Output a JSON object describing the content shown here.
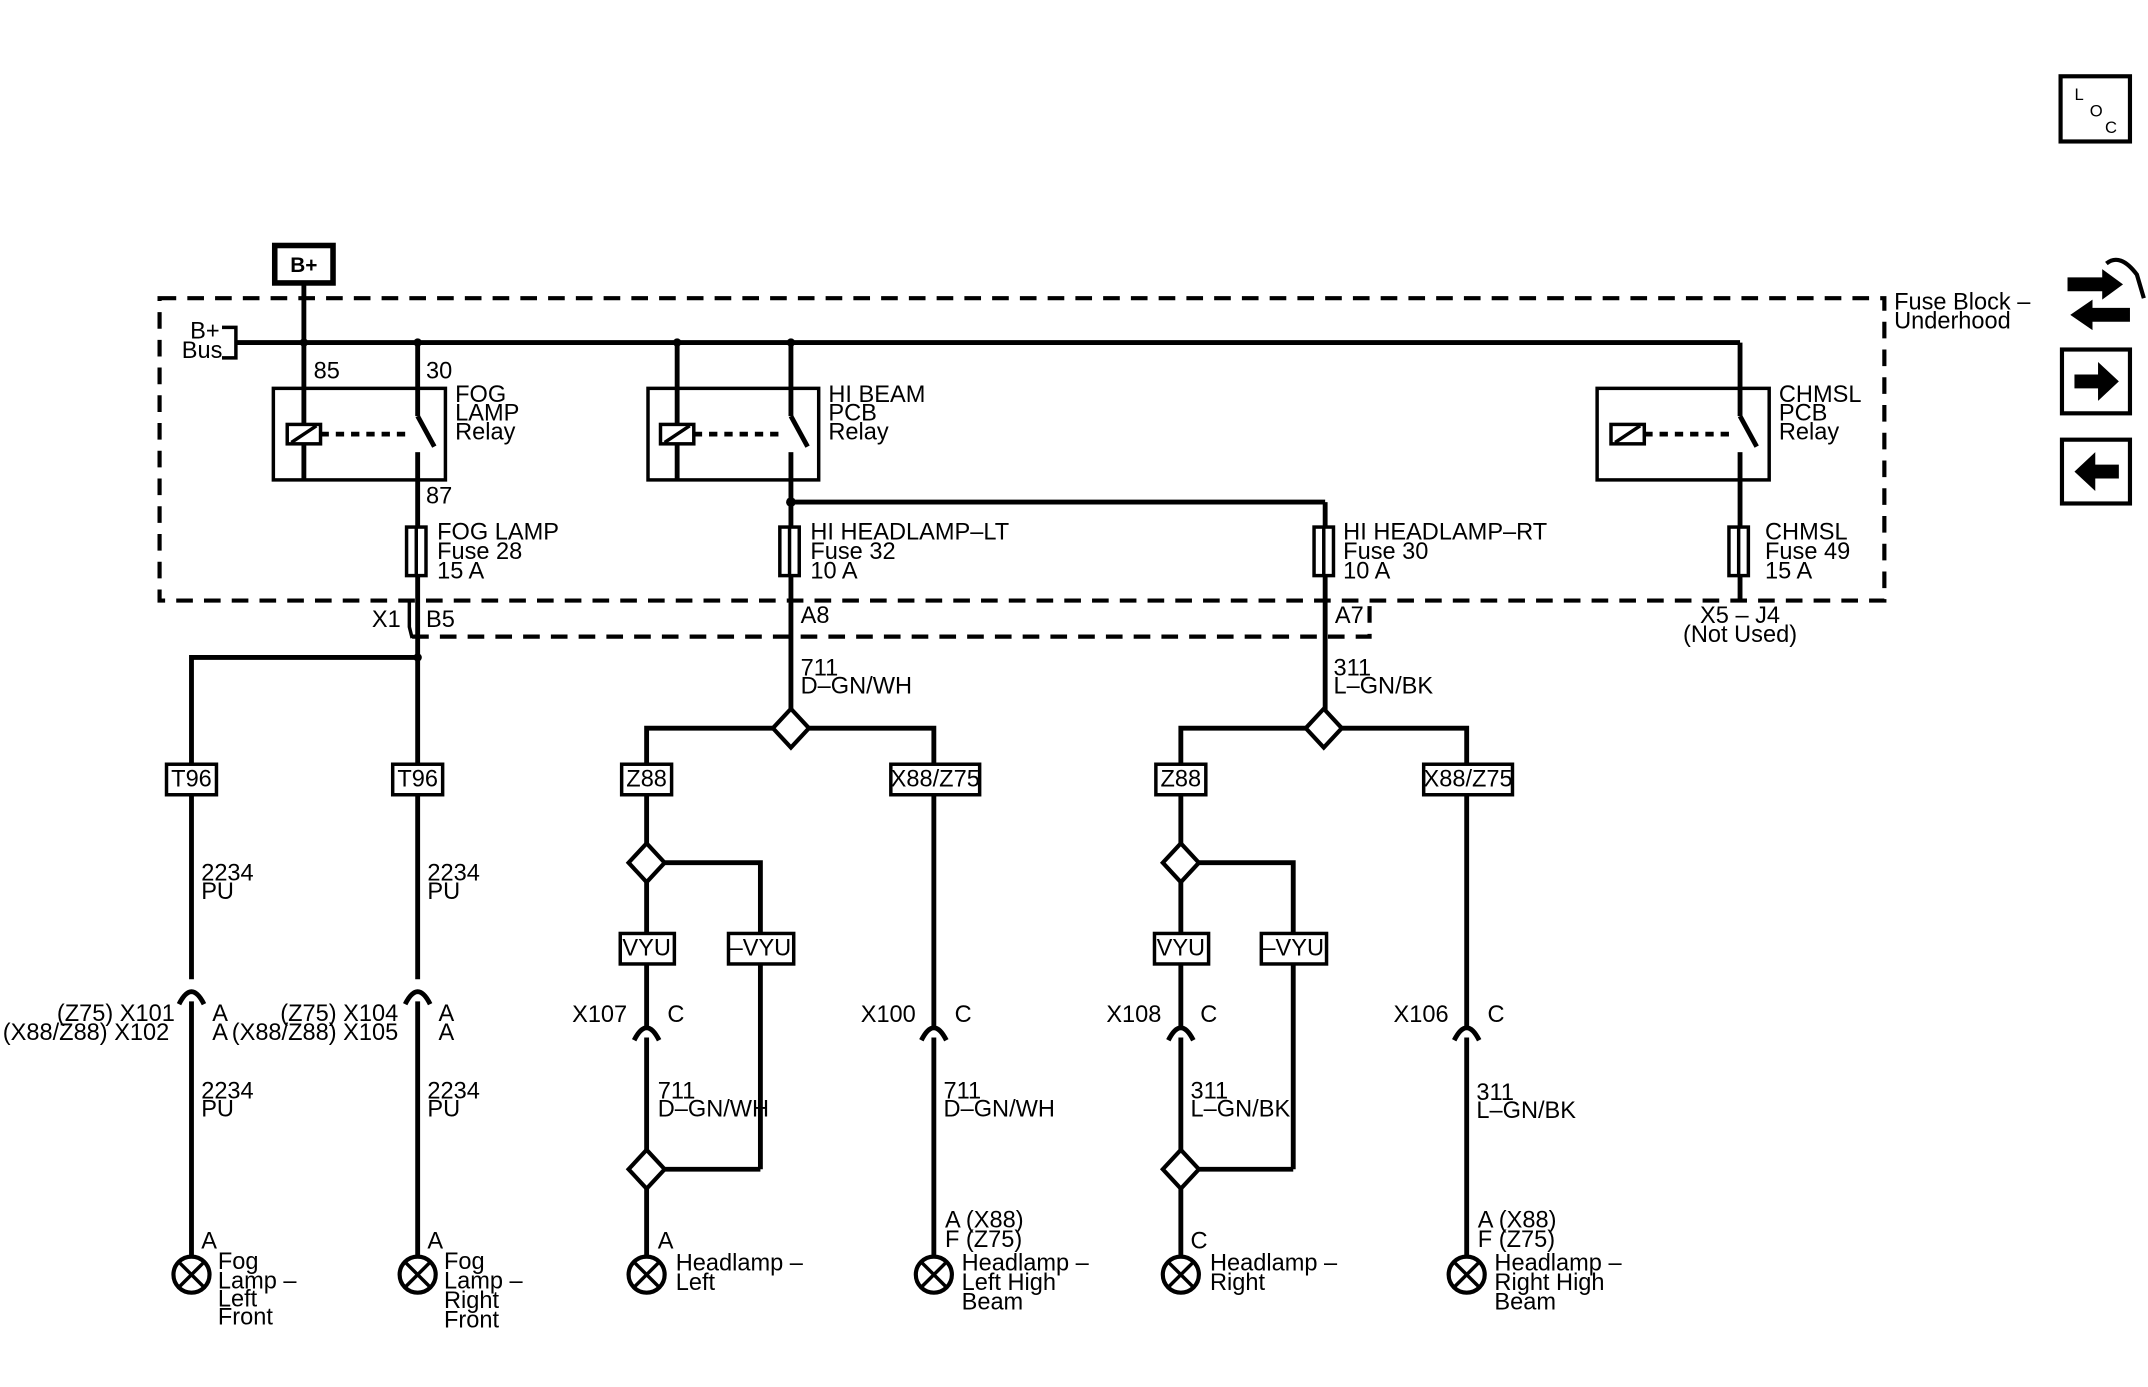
{
  "nav": {
    "loc_icon": "loc-icon",
    "swap_icon": "swap-icon",
    "next_icon": "arrow-right-icon",
    "prev_icon": "arrow-left-icon"
  },
  "power": {
    "battery": "B+",
    "bus_line1": "B+",
    "bus_line2": "Bus"
  },
  "fuse_block": {
    "line1": "Fuse Block –",
    "line2": "Underhood"
  },
  "relays": [
    {
      "line1": "FOG",
      "line2": "LAMP",
      "line3": "Relay",
      "pin_a": "85",
      "pin_b": "30",
      "pin_out": "87"
    },
    {
      "line1": "HI BEAM",
      "line2": "PCB",
      "line3": "Relay"
    },
    {
      "line1": "CHMSL",
      "line2": "PCB",
      "line3": "Relay"
    }
  ],
  "fuses": [
    {
      "line1": "FOG LAMP",
      "line2": "Fuse 28",
      "line3": "15 A"
    },
    {
      "line1": "HI HEADLAMP–LT",
      "line2": "Fuse 32",
      "line3": "10 A"
    },
    {
      "line1": "HI HEADLAMP–RT",
      "line2": "Fuse 30",
      "line3": "10 A"
    },
    {
      "line1": "CHMSL",
      "line2": "Fuse 49",
      "line3": "15 A"
    }
  ],
  "connectors": {
    "x1": "X1",
    "b5": "B5",
    "a8": "A8",
    "a7": "A7",
    "x5_line1": "X5 – J4",
    "x5_line2": "(Not Used)"
  },
  "wires": {
    "w711_num": "711",
    "w711_color": "D–GN/WH",
    "w311_num": "311",
    "w311_color": "L–GN/BK",
    "w2234_num": "2234",
    "w2234_color": "PU"
  },
  "options": {
    "t96": "T96",
    "z88": "Z88",
    "x88z75": "X88/Z75",
    "vyu": "VYU",
    "not_vyu": "–VYU"
  },
  "inline_connectors": {
    "x101_line1": "(Z75) X101",
    "x101_line2": "(X88/Z88) X102",
    "x104_line1": "(Z75) X104",
    "x104_line2": "(X88/Z88) X105",
    "pin_a": "A",
    "x107": "X107",
    "x100": "X100",
    "x108": "X108",
    "x106": "X106",
    "pin_c": "C"
  },
  "lamps": [
    {
      "pin": "A",
      "line1": "Fog",
      "line2": "Lamp –",
      "line3": "Left",
      "line4": "Front"
    },
    {
      "pin": "A",
      "line1": "Fog",
      "line2": "Lamp –",
      "line3": "Right",
      "line4": "Front"
    },
    {
      "pin": "A",
      "line1": "Headlamp –",
      "line2": "Left"
    },
    {
      "pin1": "A (X88)",
      "pin2": "F (Z75)",
      "line1": "Headlamp –",
      "line2": "Left High",
      "line3": "Beam"
    },
    {
      "pin": "C",
      "line1": "Headlamp –",
      "line2": "Right"
    },
    {
      "pin1": "A (X88)",
      "pin2": "F (Z75)",
      "line1": "Headlamp –",
      "line2": "Right High",
      "line3": "Beam"
    }
  ]
}
